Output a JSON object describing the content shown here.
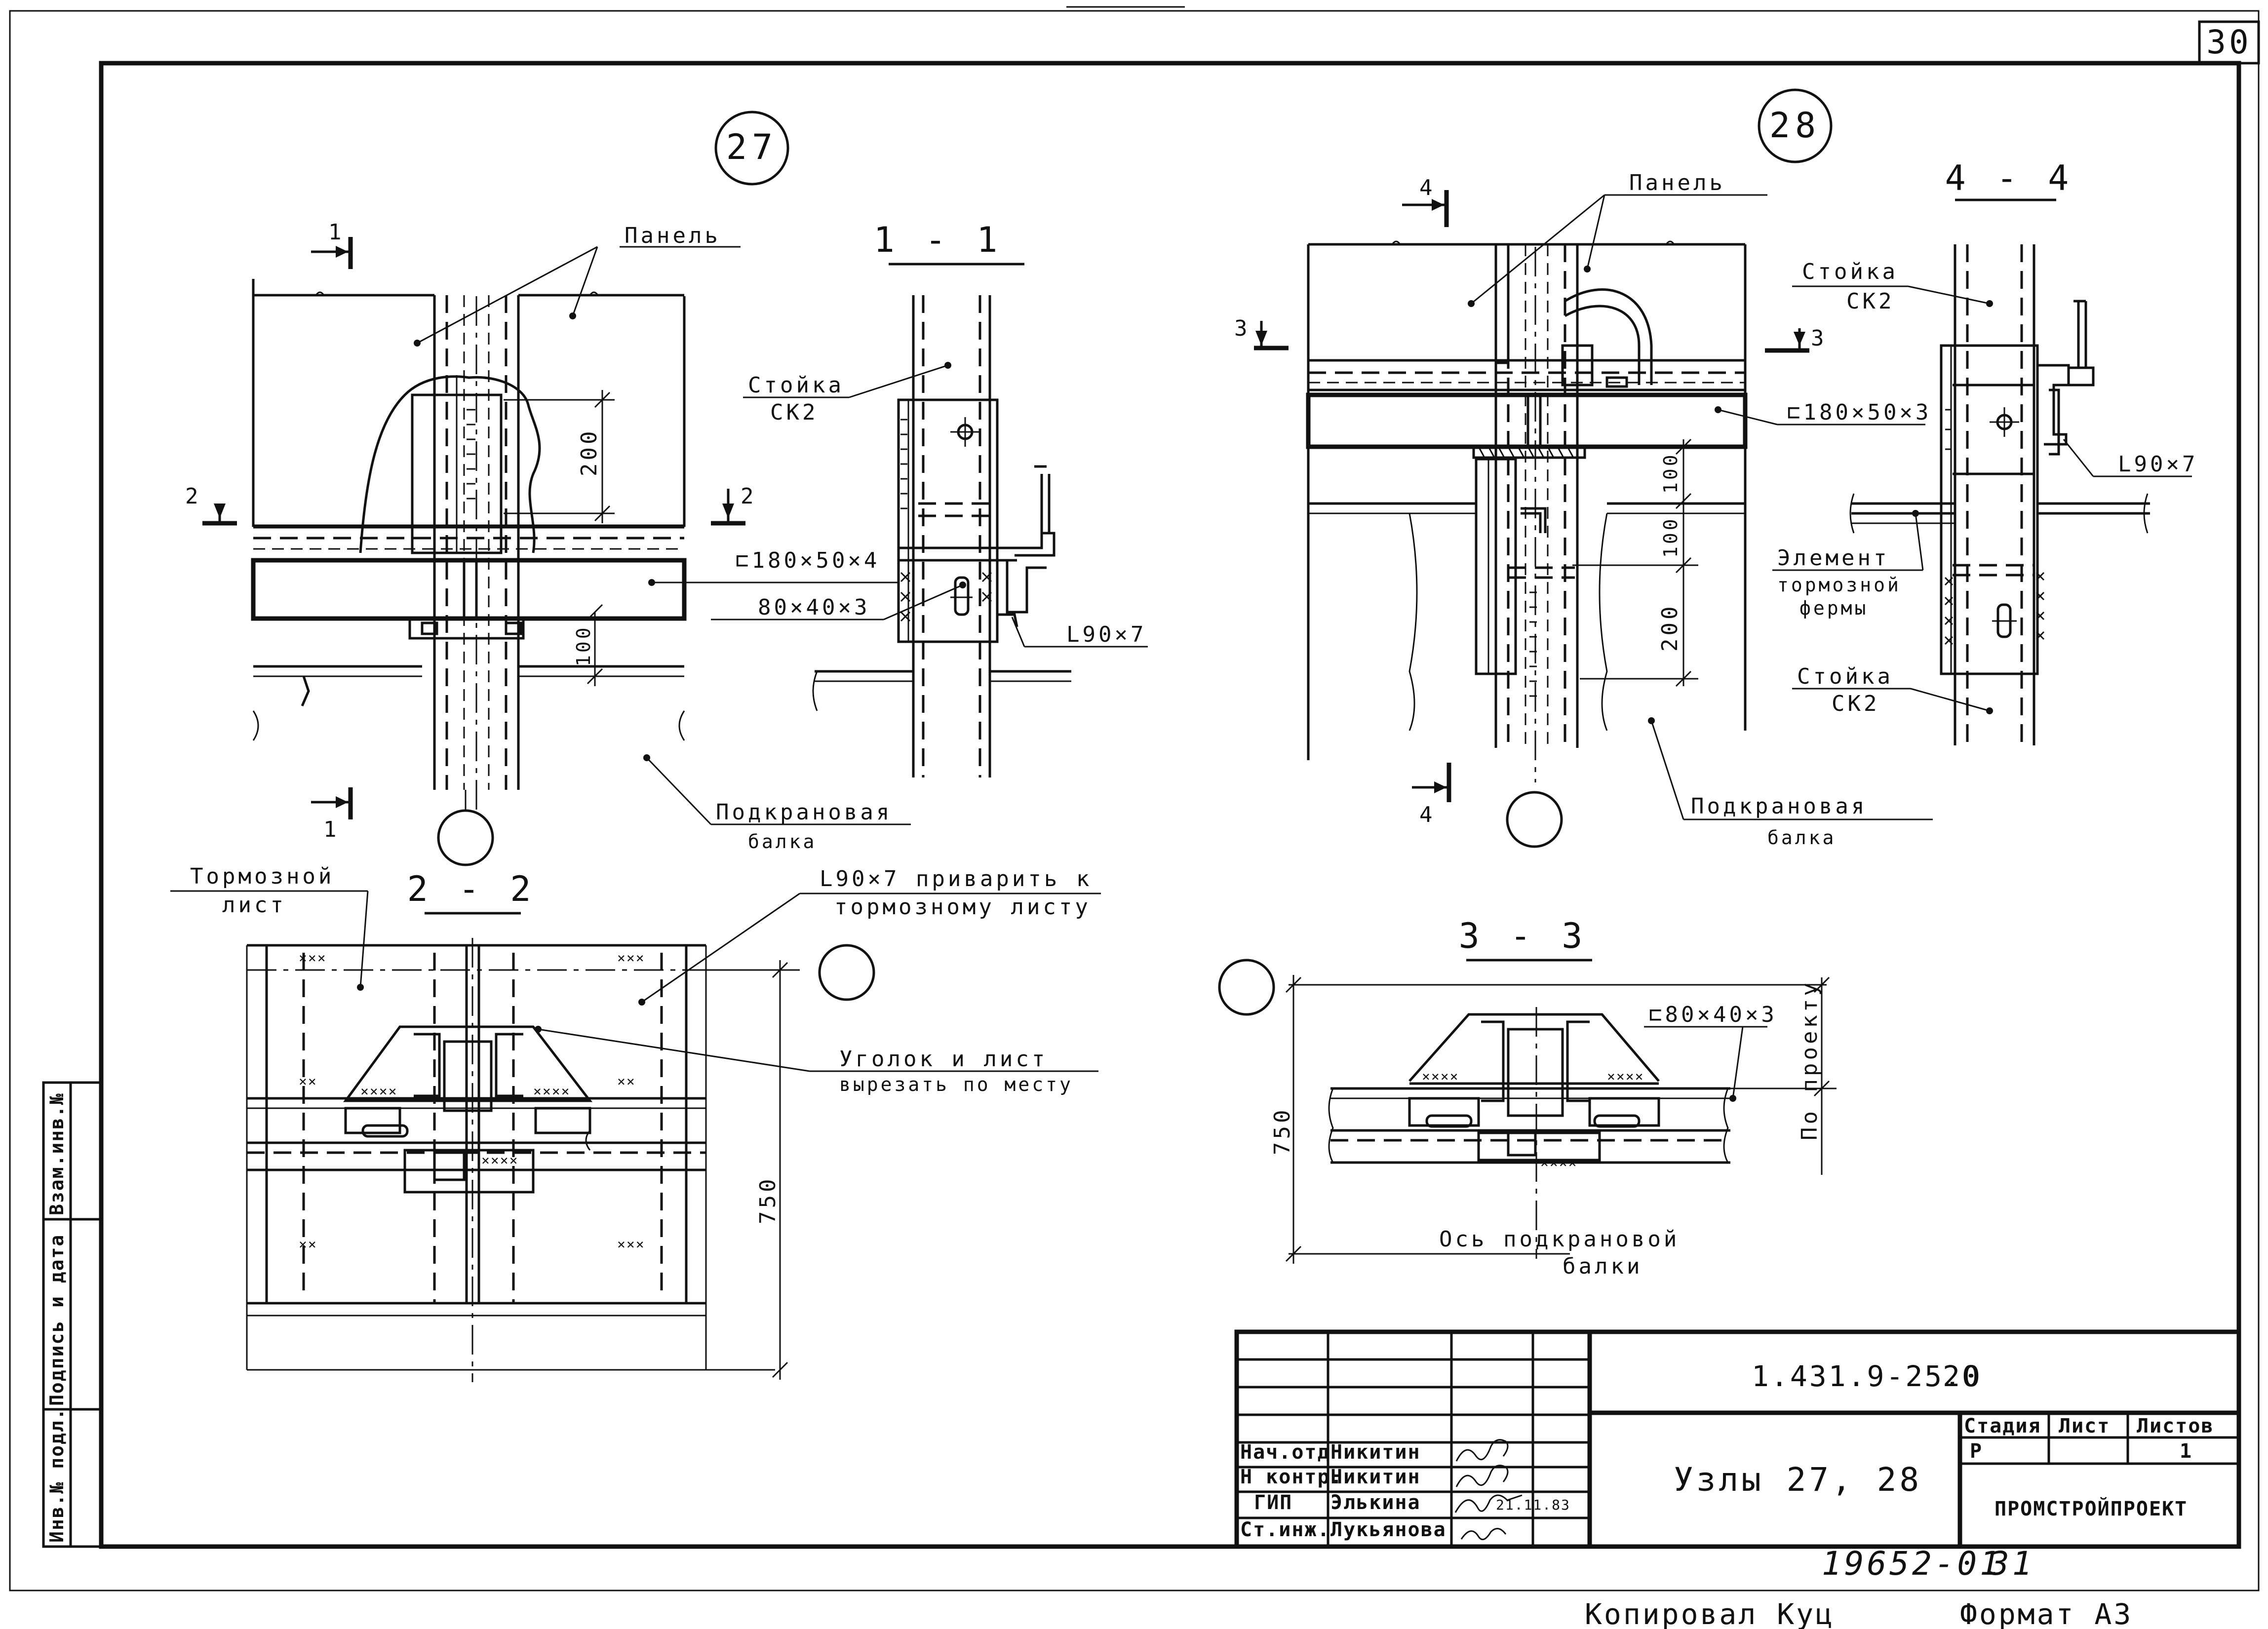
{
  "sheet_number": "30",
  "nodes": {
    "n27": {
      "marker": "27",
      "panel": "Панель",
      "section_cut_1": "1",
      "section_cut_2": "2",
      "dim_200": "200",
      "dim_100": "100",
      "beam_profile": "⊏180×50×4",
      "crane_beam": [
        "Подкрановая",
        "балка"
      ]
    },
    "sec_1_1": {
      "title": "1 - 1",
      "post": [
        "Стойка",
        "СК2"
      ],
      "profile_channel": "80×40×3",
      "angle": "L90×7"
    },
    "sec_2_2": {
      "title": "2 - 2",
      "brake_sheet": [
        "Тормозной",
        "лист"
      ],
      "weld_note": [
        "L90×7 приварить к",
        "тормозному листу"
      ],
      "cut_note": [
        "Уголок и лист",
        "вырезать по месту"
      ],
      "dim_750": "750"
    },
    "n28": {
      "marker": "28",
      "panel": "Панель",
      "section_cut_3": "3",
      "section_cut_4": "4",
      "beam_profile": "⊏180×50×3",
      "dim_100a": "100",
      "dim_100b": "100",
      "dim_200": "200",
      "crane_beam": [
        "Подкрановая",
        "балка"
      ]
    },
    "sec_4_4": {
      "title": "4 - 4",
      "post_top": [
        "Стойка",
        "СК2"
      ],
      "angle": "L90×7",
      "brake_truss": [
        "Элемент",
        "тормозной",
        "фермы"
      ],
      "post_bottom": [
        "Стойка",
        "СК2"
      ]
    },
    "sec_3_3": {
      "title": "3 - 3",
      "profile": "⊏80×40×3",
      "by_project": "По проекту",
      "dim_750": "750",
      "axis": [
        "Ось подкрановой",
        "балки"
      ]
    }
  },
  "side_strip": [
    "Инв.№ подл.",
    "Подпись и дата",
    "Взам.инв.№"
  ],
  "title_block": {
    "code": "1.431.9-25.0",
    "code_suffix": "20",
    "drawing_title": "Узлы 27, 28",
    "stage_header": "Стадия",
    "sheet_header": "Лист",
    "sheets_header": "Листов",
    "stage": "Р",
    "sheet": "",
    "sheets": "1",
    "organization": "ПРОМСТРОЙПРОЕКТ",
    "signatures": [
      {
        "role": "Нач.отд",
        "name": "Никитин"
      },
      {
        "role": "Н контр.",
        "name": "Никитин"
      },
      {
        "role": "ГИП",
        "name": "Элькина",
        "date": "21.11.83"
      },
      {
        "role": "Ст.инж.",
        "name": "Лукьянова"
      }
    ]
  },
  "footer": {
    "order_number": "19652-01",
    "page": "31",
    "copied_by": "Копировал Куц",
    "format": "Формат А3"
  }
}
